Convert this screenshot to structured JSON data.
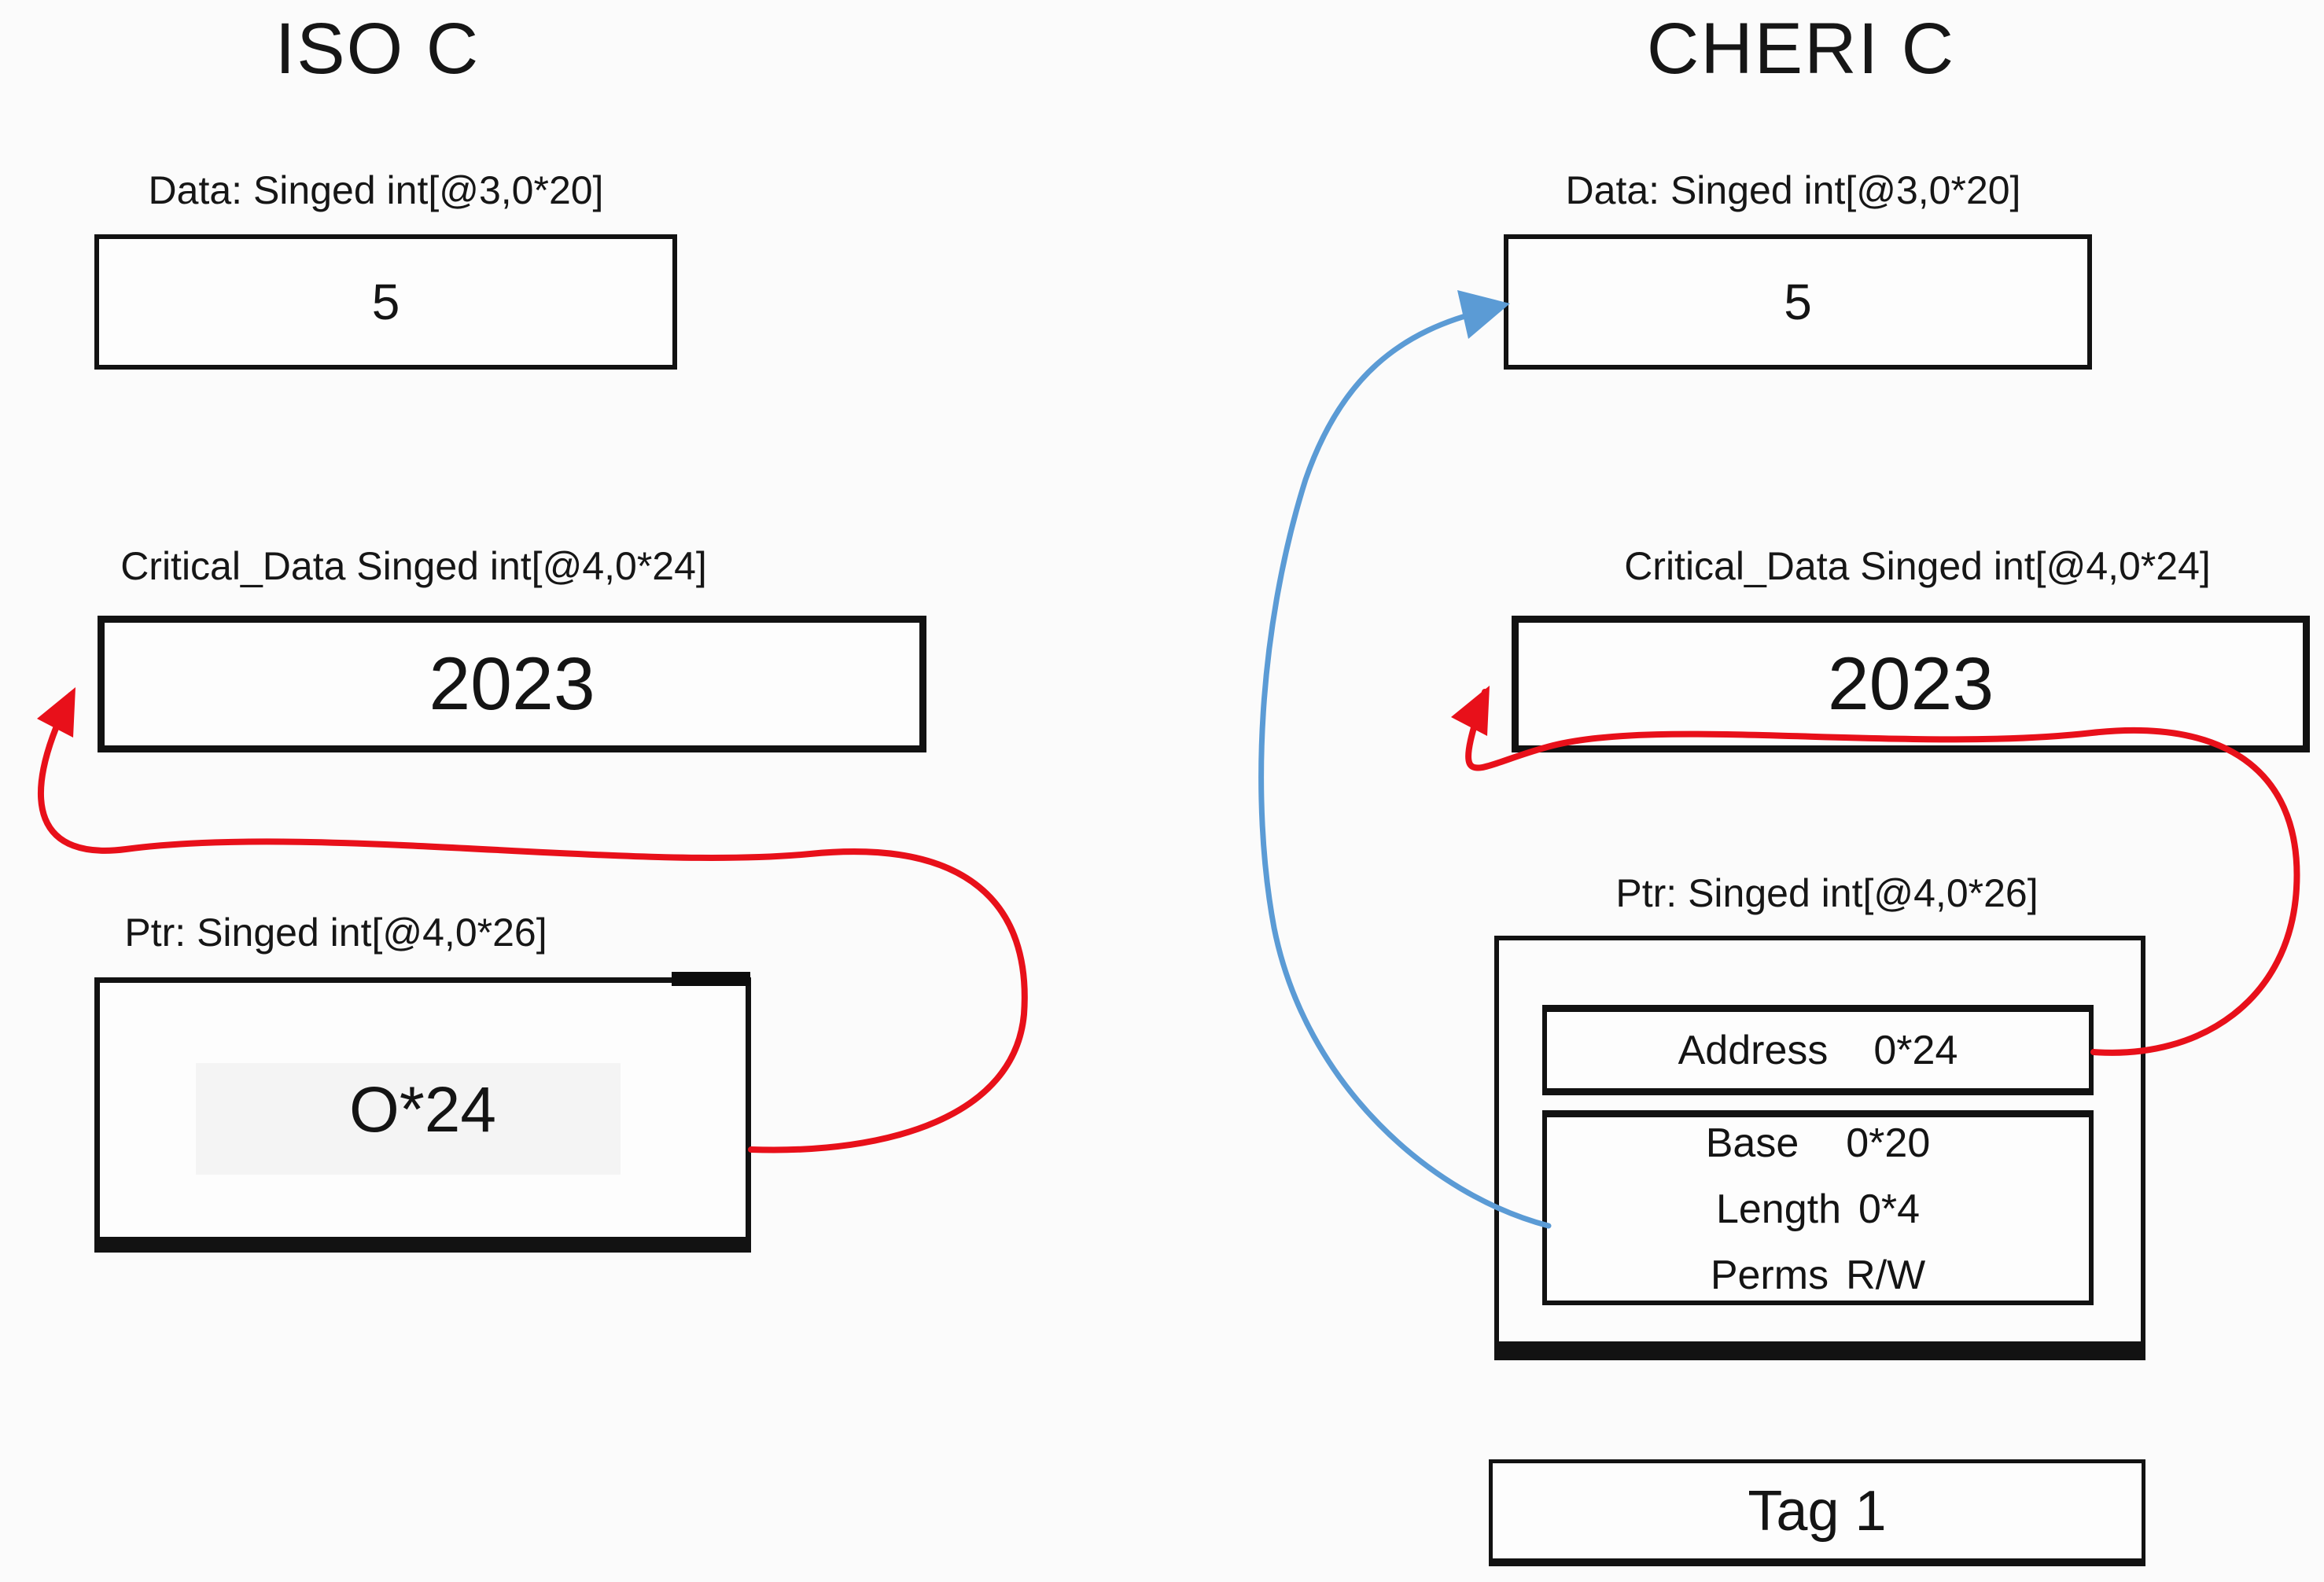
{
  "colors": {
    "ink": "#161616",
    "box_border": "#121212",
    "red": "#e8101a",
    "blue": "#5b9bd5"
  },
  "iso": {
    "title": "ISO C",
    "data_label": "Data: Singed int[@3,0*20]",
    "data_value": "5",
    "critical_label": "Critical_Data Singed int[@4,0*24]",
    "critical_value": "2023",
    "ptr_label": "Ptr: Singed int[@4,0*26]",
    "ptr_value": "O*24"
  },
  "cheri": {
    "title": "CHERI C",
    "data_label": "Data: Singed int[@3,0*20]",
    "data_value": "5",
    "critical_label": "Critical_Data Singed int[@4,0*24]",
    "critical_value": "2023",
    "ptr_label": "Ptr: Singed int[@4,0*26]",
    "address_label": "Address",
    "address_value": "0*24",
    "base_label": "Base",
    "base_value": "0*20",
    "length_label": "Length",
    "length_value": "0*4",
    "perms_label": "Perms",
    "perms_value": "R/W",
    "tag_label": "Tag 1"
  }
}
